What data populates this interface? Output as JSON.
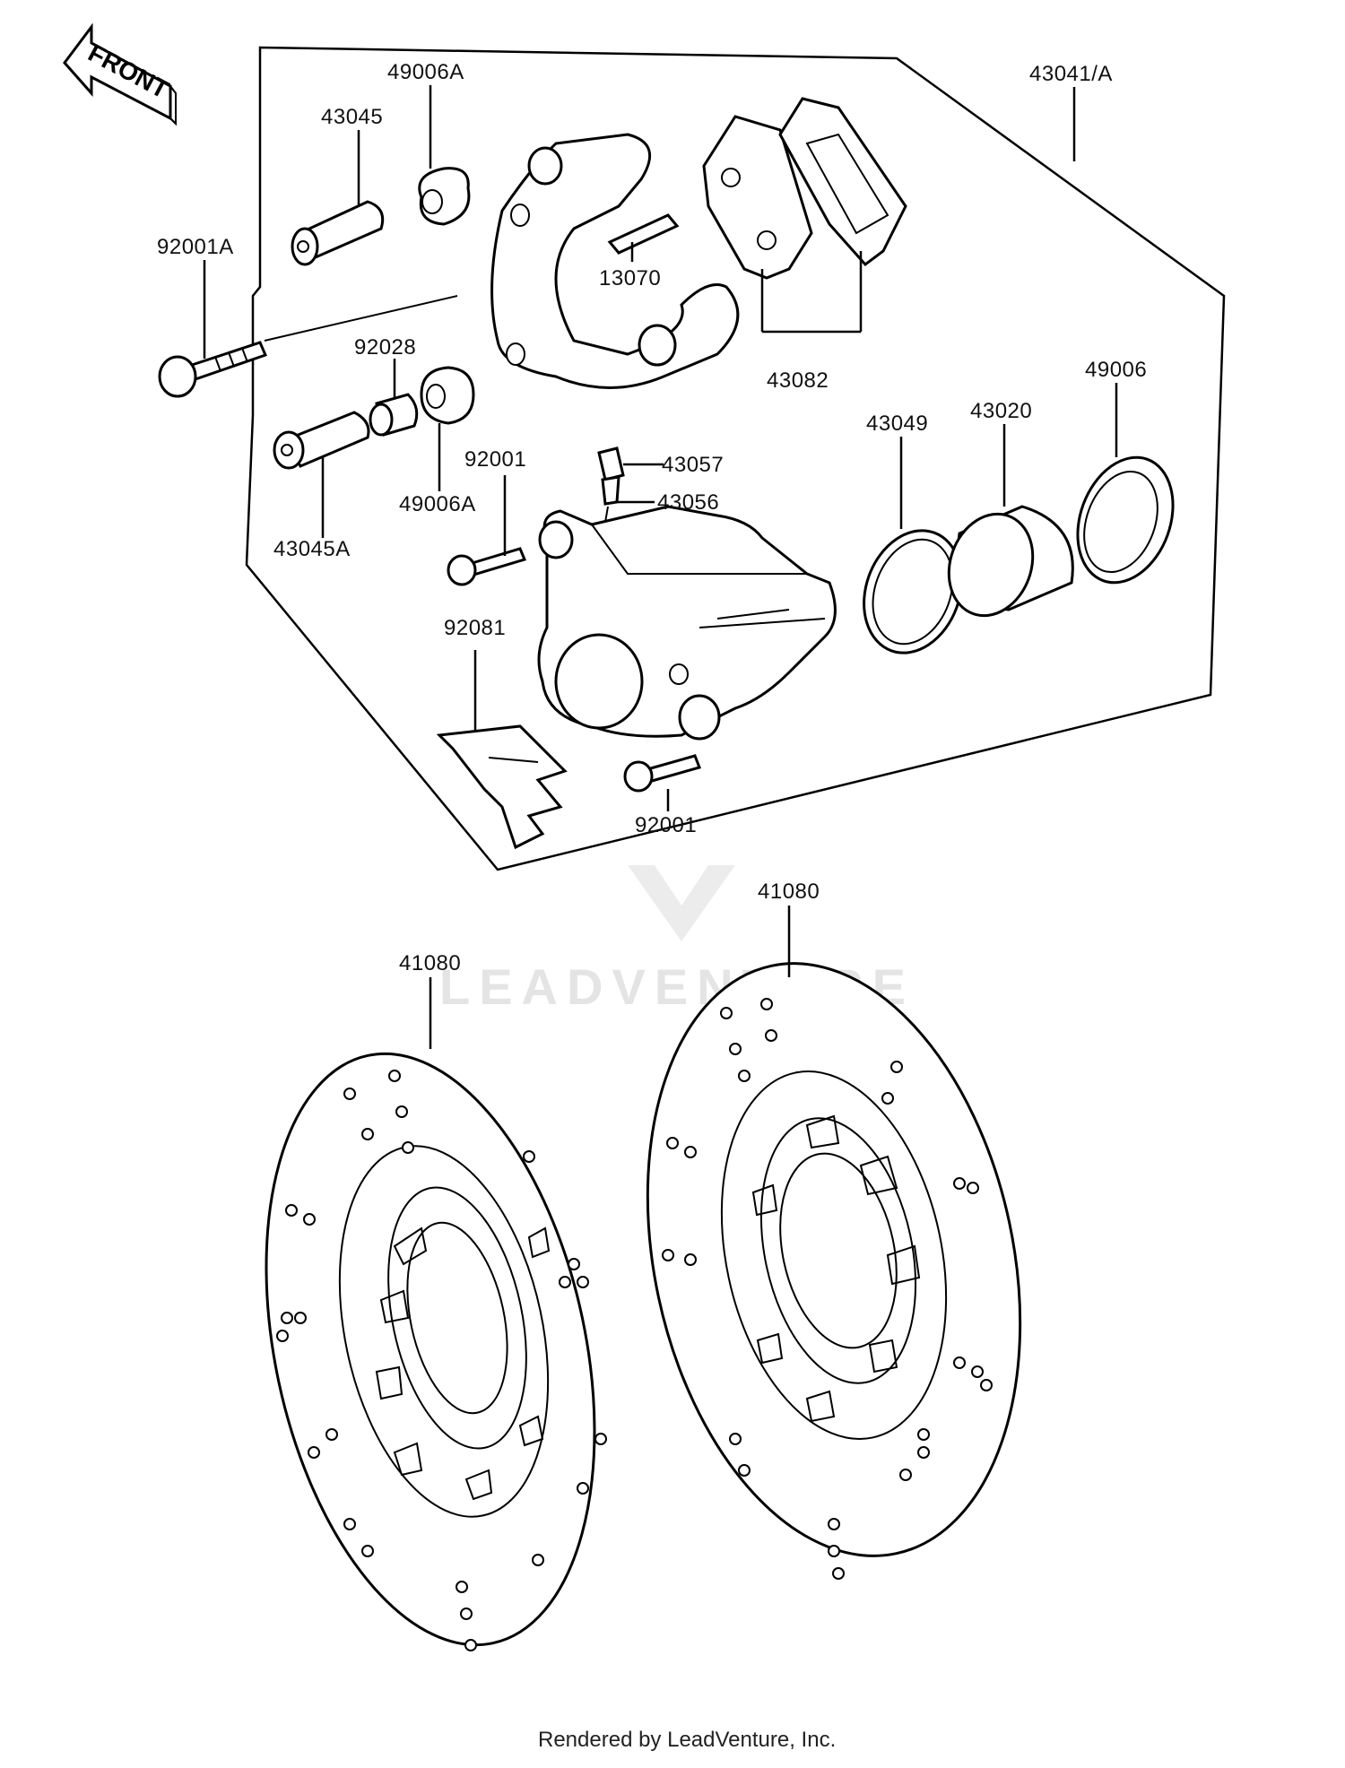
{
  "front_arrow": {
    "text": "FRONT"
  },
  "watermark": {
    "brand": "LEADVENTURE"
  },
  "footer": {
    "text": "Rendered by LeadVenture, Inc."
  },
  "callouts": {
    "c43041A": "43041/A",
    "c49006A_top": "49006A",
    "c43045": "43045",
    "c92001A": "92001A",
    "c13070": "13070",
    "c43082": "43082",
    "c92028": "92028",
    "c49006": "49006",
    "c43049": "43049",
    "c43020": "43020",
    "c92001_mid": "92001",
    "c43057": "43057",
    "c43056": "43056",
    "c49006A_low": "49006A",
    "c43045A": "43045A",
    "c92081": "92081",
    "c92001_low": "92001",
    "c41080_right": "41080",
    "c41080_left": "41080"
  }
}
